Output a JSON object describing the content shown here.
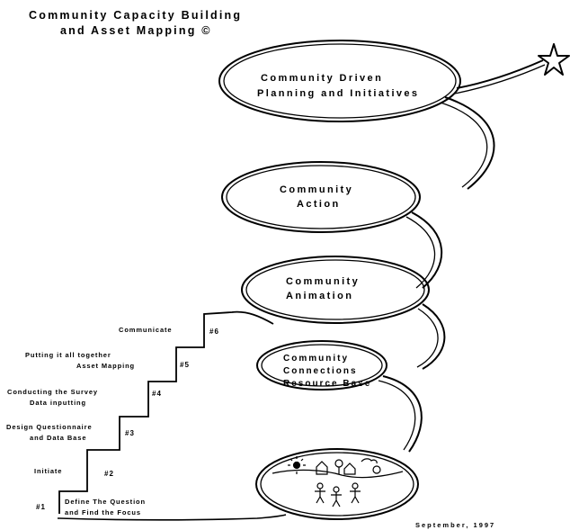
{
  "title": {
    "line1": "Community Capacity Building",
    "line2": "and Asset Mapping ©"
  },
  "rings": [
    {
      "line1": "Community Driven",
      "line2": "Planning and Initiatives"
    },
    {
      "line1": "Community",
      "line2": "Action"
    },
    {
      "line1": "Community",
      "line2": "Animation"
    },
    {
      "line1": "Community",
      "line2": "Connections",
      "line3": "Resource Base"
    }
  ],
  "steps": [
    {
      "number": "#1",
      "line1": "Define The Question",
      "line2": "and Find the Focus"
    },
    {
      "number": "#2",
      "line1": "Initiate"
    },
    {
      "number": "#3",
      "line1": "Design Questionnaire",
      "line2": "and Data Base"
    },
    {
      "number": "#4",
      "line1": "Conducting the Survey",
      "line2": "Data inputting"
    },
    {
      "number": "#5",
      "line1": "Putting it all together",
      "line2": "Asset Mapping"
    },
    {
      "number": "#6",
      "line1": "Communicate"
    }
  ],
  "date": "September, 1997",
  "icons": [
    "star-icon",
    "sun-icon",
    "house-icon",
    "tree-icon",
    "cloud-icon",
    "person-icon"
  ]
}
